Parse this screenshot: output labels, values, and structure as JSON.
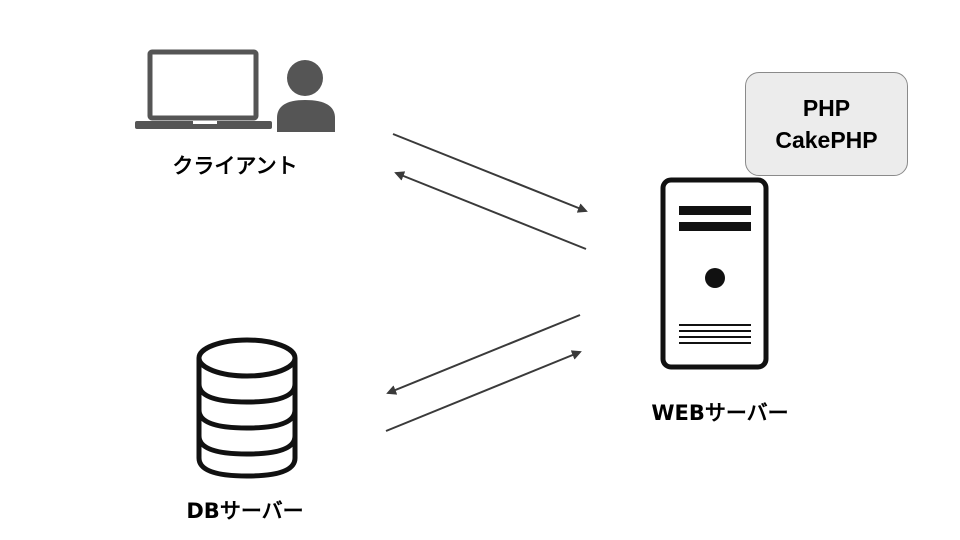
{
  "client": {
    "label": "クライアント",
    "icons": [
      "laptop-icon",
      "person-icon"
    ]
  },
  "web_server": {
    "label": "WEBサーバー",
    "icon": "server-tower-icon",
    "tech": [
      "PHP",
      "CakePHP"
    ]
  },
  "db_server": {
    "label": "DBサーバー",
    "icon": "database-icon"
  },
  "connections": [
    {
      "from": "client",
      "to": "web_server",
      "direction": "request"
    },
    {
      "from": "web_server",
      "to": "client",
      "direction": "response"
    },
    {
      "from": "web_server",
      "to": "db_server",
      "direction": "request"
    },
    {
      "from": "db_server",
      "to": "web_server",
      "direction": "response"
    }
  ],
  "colors": {
    "icon": "#555555",
    "arrow": "#3a3a3a",
    "tech_box_fill": "#ececec",
    "tech_box_border": "#8a8a8a"
  }
}
